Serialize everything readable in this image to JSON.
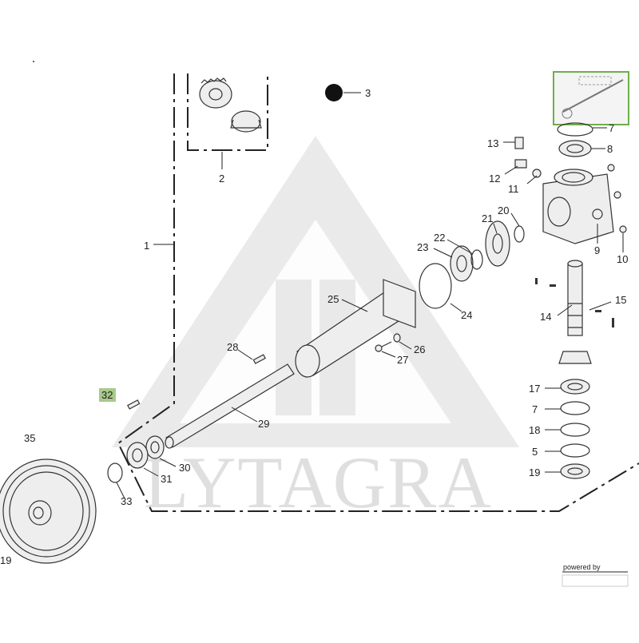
{
  "watermark": "LYTAGRA",
  "powered_by": "powered by",
  "callouts": [
    {
      "id": "c1",
      "text": "1"
    },
    {
      "id": "c2",
      "text": "2"
    },
    {
      "id": "c3",
      "text": "3"
    },
    {
      "id": "c5",
      "text": "5"
    },
    {
      "id": "c7a",
      "text": "7"
    },
    {
      "id": "c7b",
      "text": "7"
    },
    {
      "id": "c8",
      "text": "8"
    },
    {
      "id": "c9",
      "text": "9"
    },
    {
      "id": "c10",
      "text": "10"
    },
    {
      "id": "c11",
      "text": "11"
    },
    {
      "id": "c12",
      "text": "12"
    },
    {
      "id": "c13",
      "text": "13"
    },
    {
      "id": "c14",
      "text": "14"
    },
    {
      "id": "c15",
      "text": "15"
    },
    {
      "id": "c17",
      "text": "17"
    },
    {
      "id": "c18",
      "text": "18"
    },
    {
      "id": "c19a",
      "text": "19"
    },
    {
      "id": "c19b",
      "text": "19"
    },
    {
      "id": "c20",
      "text": "20"
    },
    {
      "id": "c21",
      "text": "21"
    },
    {
      "id": "c22",
      "text": "22"
    },
    {
      "id": "c23",
      "text": "23"
    },
    {
      "id": "c24",
      "text": "24"
    },
    {
      "id": "c25",
      "text": "25"
    },
    {
      "id": "c26",
      "text": "26"
    },
    {
      "id": "c27",
      "text": "27"
    },
    {
      "id": "c28",
      "text": "28"
    },
    {
      "id": "c29",
      "text": "29"
    },
    {
      "id": "c30",
      "text": "30"
    },
    {
      "id": "c31",
      "text": "31"
    },
    {
      "id": "c32",
      "text": "32"
    },
    {
      "id": "c33",
      "text": "33"
    },
    {
      "id": "c35",
      "text": "35"
    }
  ],
  "highlight": {
    "callout": "32",
    "color": "#a9c98a"
  },
  "thumbnail_border_color": "#6fae4a"
}
